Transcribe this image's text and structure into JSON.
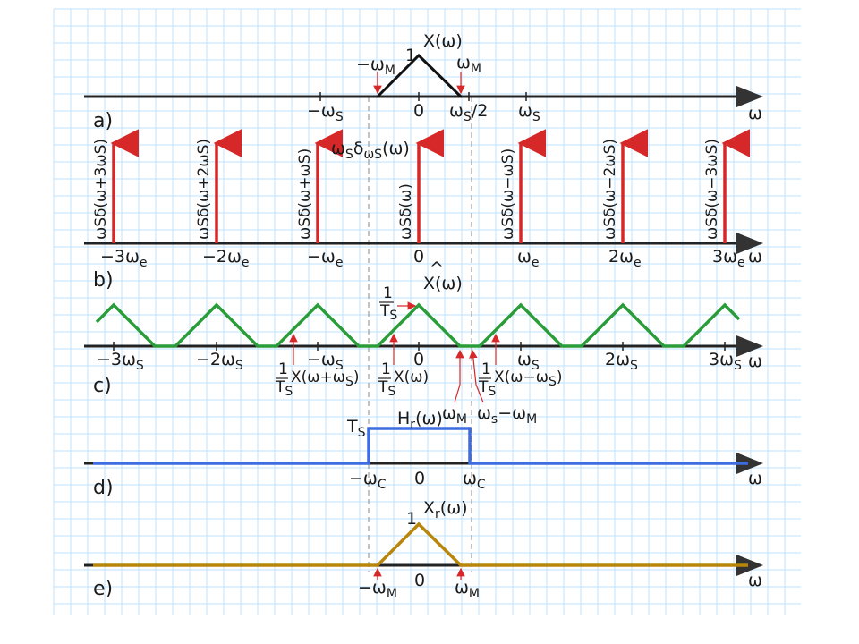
{
  "colors": {
    "grid": "#bfe3ff",
    "spectrum_a": "#111111",
    "impulse": "#d62828",
    "spectrum_c": "#2a9d3a",
    "filter_d": "#3d6de0",
    "spectrum_e": "#b8860b",
    "arrow": "#d62828",
    "dashed": "#8a8a8a"
  },
  "panels": {
    "a": {
      "label": "a)",
      "title": "X(ω)",
      "peak": "1",
      "neg_m": "−ω",
      "neg_m_sub": "M",
      "pos_m": "ω",
      "pos_m_sub": "M",
      "ticks": [
        {
          "main": "−ω",
          "sub": "S",
          "tail": ""
        },
        {
          "main": "0",
          "sub": "",
          "tail": ""
        },
        {
          "main": "ω",
          "sub": "S",
          "tail": "/2"
        },
        {
          "main": "ω",
          "sub": "S",
          "tail": ""
        }
      ],
      "axis": "ω"
    },
    "b": {
      "label": "b)",
      "title_pre": "ω",
      "title_sub": "S",
      "title_mid": "δ",
      "title_sub2": "ωS",
      "title_post": "(ω)",
      "impulses": [
        "ωSδ(ω+3ωS)",
        "ωSδ(ω+2ωS)",
        "ωSδ(ω+ωS)",
        "ωSδ(ω)",
        "ωSδ(ω−ωS)",
        "ωSδ(ω−2ωS)",
        "ωSδ(ω−3ωS)"
      ],
      "ticks": [
        {
          "main": "−3ω",
          "sub": "e"
        },
        {
          "main": "−2ω",
          "sub": "e"
        },
        {
          "main": "−ω",
          "sub": "e"
        },
        {
          "main": "0",
          "sub": ""
        },
        {
          "main": "ω",
          "sub": "e"
        },
        {
          "main": "2ω",
          "sub": "e"
        },
        {
          "main": "3ω",
          "sub": "e"
        }
      ],
      "axis": "ω"
    },
    "c": {
      "label": "c)",
      "title": "X(ω)",
      "hat": "^",
      "amp_num": "1",
      "amp_den": "T",
      "amp_den_sub": "S",
      "ticks": [
        {
          "main": "−3ω",
          "sub": "S"
        },
        {
          "main": "−2ω",
          "sub": "S"
        },
        {
          "main": "−ω",
          "sub": "S"
        },
        {
          "main": "0",
          "sub": ""
        },
        {
          "main": "ω",
          "sub": "S"
        },
        {
          "main": "2ω",
          "sub": "S"
        },
        {
          "main": "3ω",
          "sub": "S"
        }
      ],
      "replica_left": "X(ω+ω",
      "replica_left_sub": "S",
      "replica_center": "X(ω)",
      "replica_right": "X(ω−ω",
      "replica_right_sub": "S",
      "wm": "ω",
      "wm_sub": "M",
      "ws_wm": "ω",
      "ws_wm_sub1": "s",
      "ws_wm_mid": "−ω",
      "ws_wm_sub2": "M",
      "axis": "ω"
    },
    "d": {
      "label": "d)",
      "title": "H",
      "title_sub": "r",
      "title_post": "(ω)",
      "amp": "T",
      "amp_sub": "S",
      "neg_c": "−ω",
      "neg_c_sub": "C",
      "zero": "0",
      "pos_c": "ω",
      "pos_c_sub": "C",
      "axis": "ω"
    },
    "e": {
      "label": "e)",
      "title": "X",
      "title_sub": "r",
      "title_post": "(ω)",
      "peak": "1",
      "neg_m": "−ω",
      "neg_m_sub": "M",
      "zero": "0",
      "pos_m": "ω",
      "pos_m_sub": "M",
      "axis": "ω"
    }
  }
}
